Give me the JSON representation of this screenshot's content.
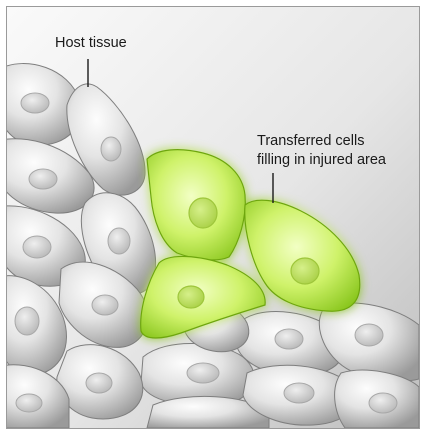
{
  "labels": {
    "host_tissue": "Host tissue",
    "transferred_cells_line1": "Transferred cells",
    "transferred_cells_line2": "filling in injured area"
  },
  "colors": {
    "background_top": "#f4f4f4",
    "background_bottom": "#b4b4b4",
    "host_cell_light": "#fbfbfb",
    "host_cell_dark": "#9c9c9c",
    "host_cell_outline": "#7a7a7a",
    "transferred_cell_light": "#edffb0",
    "transferred_cell_dark": "#8fcf1c",
    "transferred_cell_outline": "#6ea60f"
  }
}
